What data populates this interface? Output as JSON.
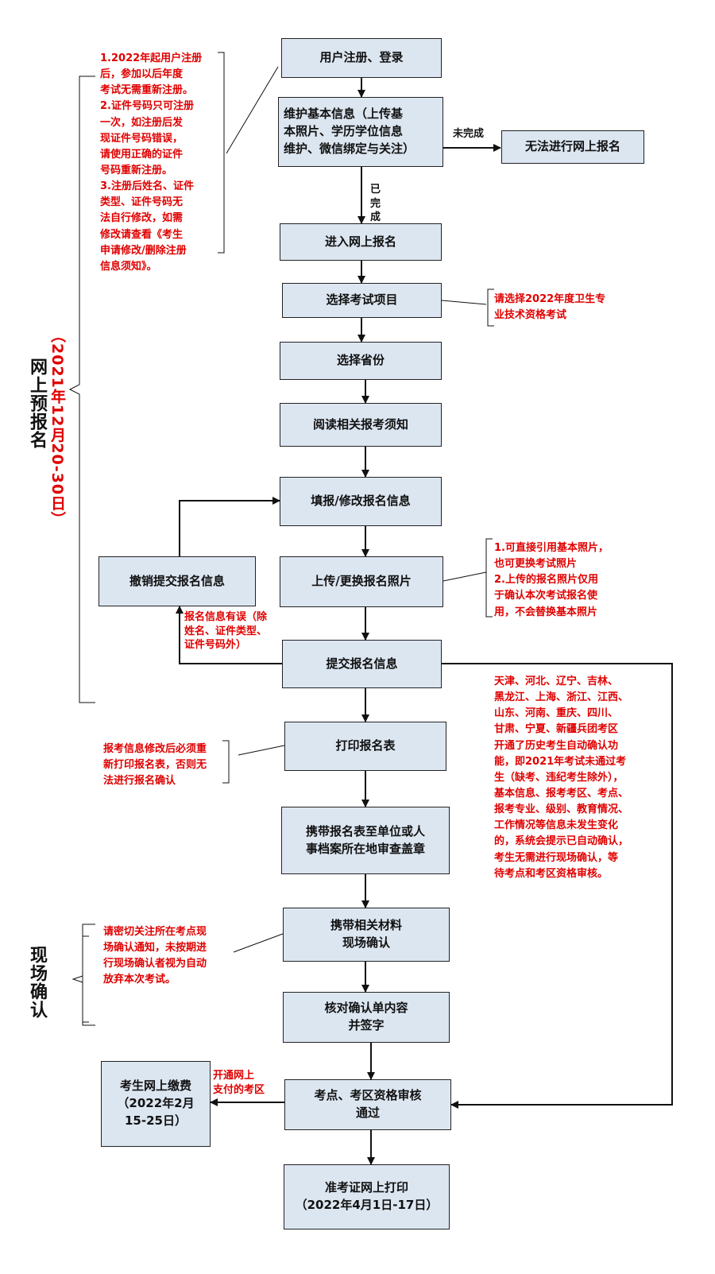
{
  "steps": {
    "register": "用户注册、登录",
    "basic_info": "维护基本信息（上传基\n本照片、学历学位信息\n维护、微信绑定与关注）",
    "cannot_register": "无法进行网上报名",
    "enter": "进入网上报名",
    "choose_exam": "选择考试项目",
    "choose_province": "选择省份",
    "read_notice": "阅读相关报考须知",
    "fill_info": "填报/修改报名信息",
    "upload_photo": "上传/更换报名照片",
    "revoke": "撤销提交报名信息",
    "submit": "提交报名信息",
    "print_form": "打印报名表",
    "stamp": "携带报名表至单位或人\n事档案所在地审查盖章",
    "onsite_confirm": "携带相关材料\n现场确认",
    "sign": "核对确认单内容\n并签字",
    "review_pass": "考点、考区资格审核\n通过",
    "payment": "考生网上缴费\n（2022年2月\n15-25日）",
    "admit_print": "准考证网上打印\n（2022年4月1日-17日）"
  },
  "labels": {
    "incomplete": "未完成",
    "complete": "已\n完\n成",
    "info_error": "报名信息有误（除\n姓名、证件类型、\n证件号码外）",
    "online_payment": "开通网上\n支付的考区"
  },
  "notes": {
    "registration": "1.2022年起用户注册\n后，参加以后年度\n考试无需重新注册。\n2.证件号码只可注册\n一次，如注册后发\n现证件号码错误，\n请使用正确的证件\n号码重新注册。\n3.注册后姓名、证件\n类型、证件号码无\n法自行修改，如需\n修改请查看《考生\n申请修改/删除注册\n信息须知》。",
    "exam_choice": "请选择2022年度卫生专\n业技术资格考试",
    "photo": "1.可直接引用基本照片，\n也可更换考试照片\n2.上传的报名照片仅用\n于确认本次考试报名使\n用，不会替换基本照片",
    "auto_confirm": "天津、河北、辽宁、吉林、\n黑龙江、上海、浙江、江西、\n山东、河南、重庆、四川、\n甘肃、宁夏、新疆兵团考区\n开通了历史考生自动确认功\n能，即2021年考试未通过考\n生（缺考、违纪考生除外），\n基本信息、报考考区、考点、\n报考专业、级别、教育情况、\n工作情况等信息未发生变化\n的，系统会提示已自动确认，\n考生无需进行现场确认，等\n待考点和考区资格审核。",
    "reprint": "报考信息修改后必须重\n新打印报名表，否则无\n法进行报名确认",
    "onsite_notice": "请密切关注所在考点现\n场确认通知，未按期进\n行现场确认者视为自动\n放弃本次考试。"
  },
  "sections": {
    "online_pre": "网上预报名",
    "online_pre_dates": "（2021年12月20-30日）",
    "onsite": "现场确认"
  }
}
